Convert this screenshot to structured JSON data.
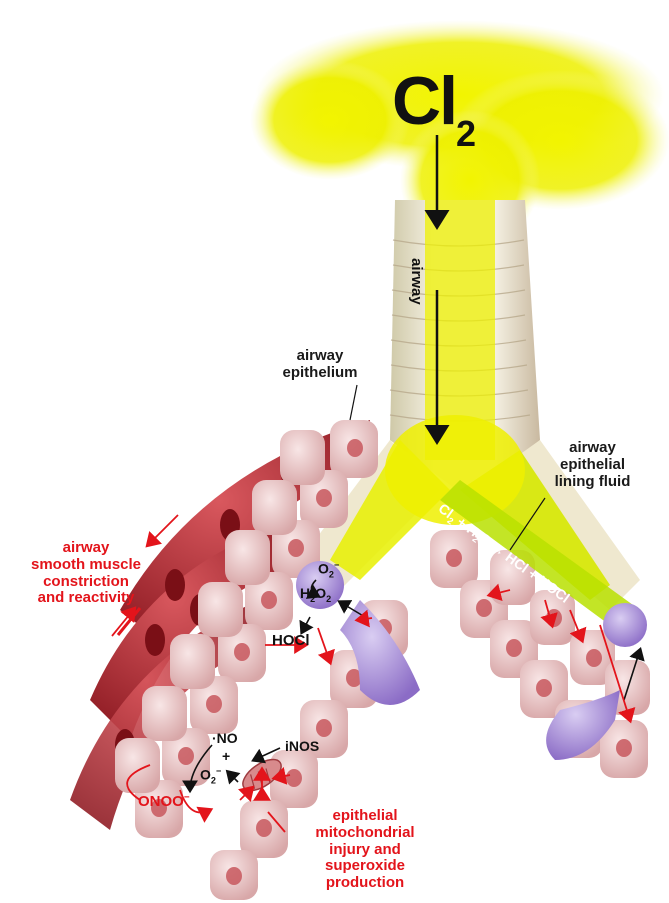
{
  "title": {
    "main": "Cl",
    "subscript": "2"
  },
  "axis_label": "airway",
  "labels": {
    "airway_epithelium": [
      "airway",
      "epithelium"
    ],
    "airway_epithelial_lining_fluid": [
      "airway",
      "epithelial",
      "lining fluid"
    ],
    "airway_smooth_muscle": [
      "airway",
      "smooth muscle",
      "constriction",
      "and reactivity"
    ],
    "epithelial_mitochondrial": [
      "epithelial",
      "mitochondrial",
      "injury and",
      "superoxide",
      "production"
    ]
  },
  "chemistry": {
    "reaction": {
      "cl": "Cl",
      "cl_sub": "2",
      "plus1": "+",
      "h": "H",
      "h_sub": "2",
      "o": "O",
      "arrow": "→",
      "hcl": "HCl",
      "plus2": "+",
      "hocl": "HOCl"
    },
    "superoxide": {
      "o": "O",
      "o_sub": "2",
      "o_sup": "−"
    },
    "peroxide": {
      "h": "H",
      "h_sub": "2",
      "o": "O",
      "o_sub": "2"
    },
    "hocl": "HOCl",
    "inos": "iNOS",
    "no_radical": "·NO",
    "plus": "+",
    "superoxide2": {
      "o": "O",
      "o_sub": "2",
      "o_sup": "−"
    },
    "peroxynitrite": {
      "text": "ONOO",
      "sup": "−"
    }
  },
  "colors": {
    "chlorine_gas": "#e8f000",
    "smooth_muscle": "#b8262e",
    "epithelial_cell": "#e9c6c5",
    "cell_nucleus": "#c8585e",
    "red_label": "#e3141b",
    "immune_cell": "#9b7fcf",
    "lining_fluid": "#b8e000"
  }
}
